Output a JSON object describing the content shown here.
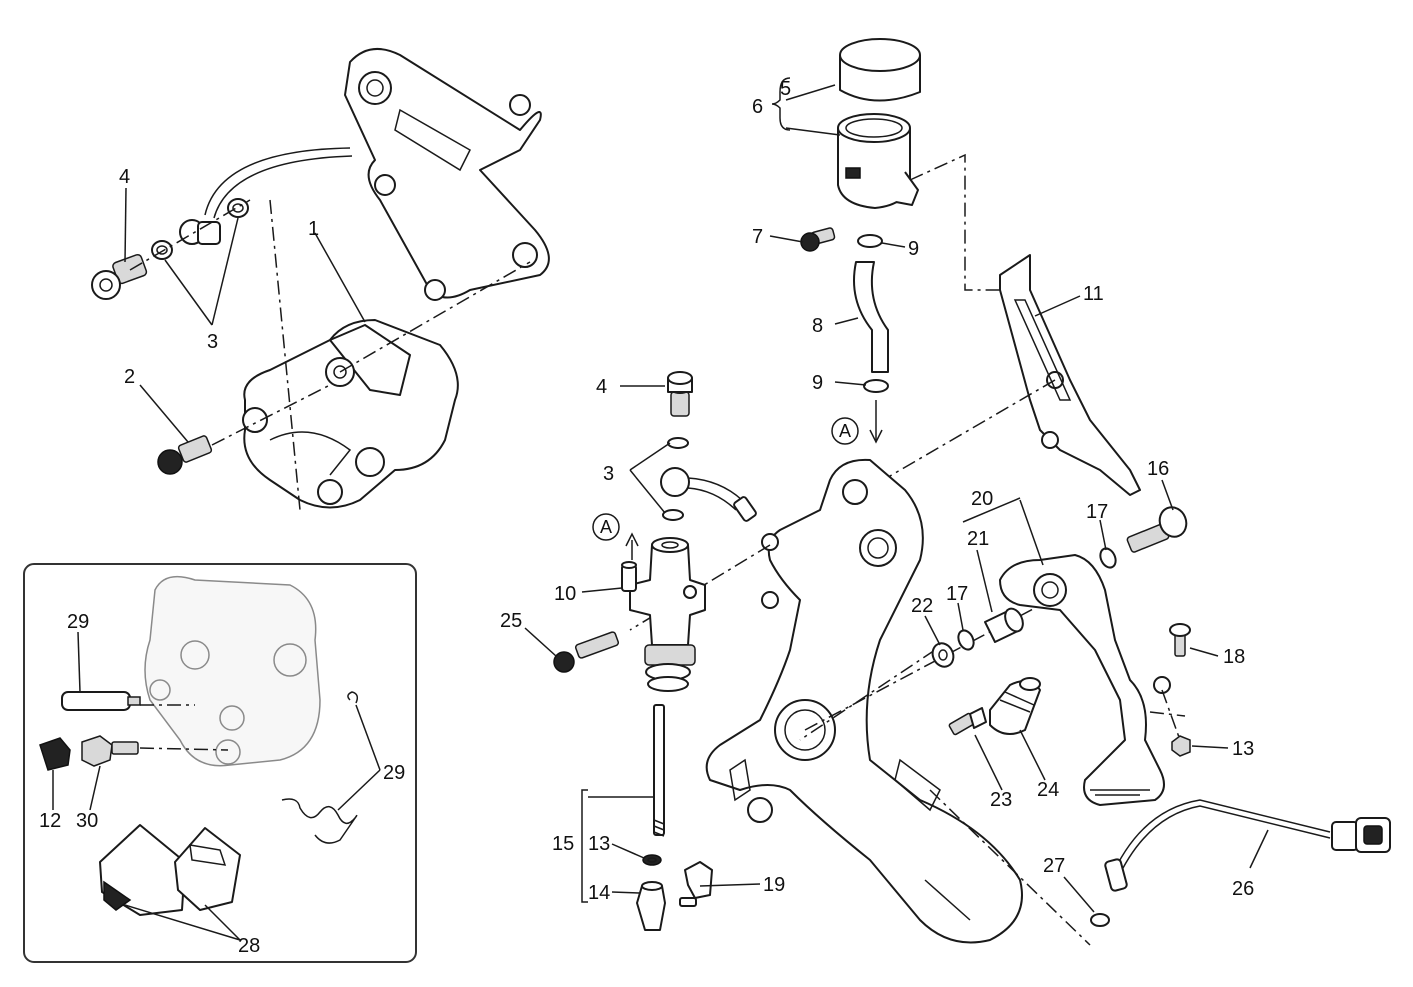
{
  "diagram": {
    "callouts": [
      {
        "id": "c1",
        "text": "1"
      },
      {
        "id": "c2",
        "text": "2"
      },
      {
        "id": "c3a",
        "text": "3"
      },
      {
        "id": "c4a",
        "text": "4"
      },
      {
        "id": "c5",
        "text": "5"
      },
      {
        "id": "c6",
        "text": "6"
      },
      {
        "id": "c7",
        "text": "7"
      },
      {
        "id": "c8",
        "text": "8"
      },
      {
        "id": "c9a",
        "text": "9"
      },
      {
        "id": "c9b",
        "text": "9"
      },
      {
        "id": "c11",
        "text": "11"
      },
      {
        "id": "c4b",
        "text": "4"
      },
      {
        "id": "c3b",
        "text": "3"
      },
      {
        "id": "c10",
        "text": "10"
      },
      {
        "id": "c25",
        "text": "25"
      },
      {
        "id": "c16",
        "text": "16"
      },
      {
        "id": "c17a",
        "text": "17"
      },
      {
        "id": "c20",
        "text": "20"
      },
      {
        "id": "c21",
        "text": "21"
      },
      {
        "id": "c22",
        "text": "22"
      },
      {
        "id": "c17b",
        "text": "17"
      },
      {
        "id": "c18",
        "text": "18"
      },
      {
        "id": "c13a",
        "text": "13"
      },
      {
        "id": "c23",
        "text": "23"
      },
      {
        "id": "c24",
        "text": "24"
      },
      {
        "id": "c26",
        "text": "26"
      },
      {
        "id": "c27",
        "text": "27"
      },
      {
        "id": "c15",
        "text": "15"
      },
      {
        "id": "c13b",
        "text": "13"
      },
      {
        "id": "c14",
        "text": "14"
      },
      {
        "id": "c19",
        "text": "19"
      },
      {
        "id": "c29a",
        "text": "29"
      },
      {
        "id": "c29b",
        "text": "29"
      },
      {
        "id": "c12",
        "text": "12"
      },
      {
        "id": "c30",
        "text": "30"
      },
      {
        "id": "c28",
        "text": "28"
      }
    ],
    "reference_markers": [
      {
        "id": "refA1",
        "letter": "A"
      },
      {
        "id": "refA2",
        "letter": "A"
      }
    ]
  }
}
